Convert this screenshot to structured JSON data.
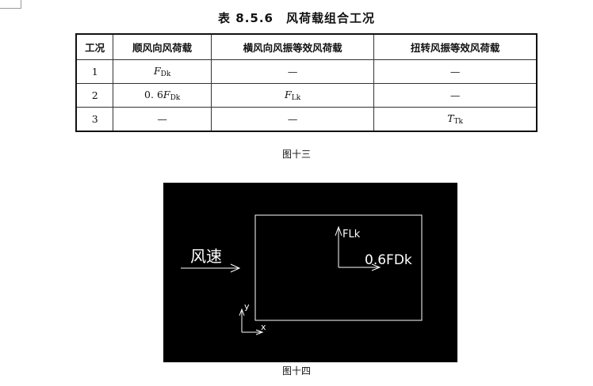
{
  "table": {
    "title": "表 8.5.6　风荷载组合工况",
    "headers": [
      "工况",
      "顺风向风荷载",
      "横风向风振等效风荷载",
      "扭转风振等效风荷载"
    ],
    "rows": [
      {
        "case": "1",
        "along": {
          "coef": "",
          "sym": "F",
          "sub": "Dk"
        },
        "across": "—",
        "torsion": "—"
      },
      {
        "case": "2",
        "along": {
          "coef": "0. 6",
          "sym": "F",
          "sub": "Dk"
        },
        "across": {
          "sym": "F",
          "sub": "Lk"
        },
        "torsion": "—"
      },
      {
        "case": "3",
        "along": "—",
        "across": "—",
        "torsion": {
          "sym": "T",
          "sub": "Tk"
        }
      }
    ]
  },
  "caption13": "图十三",
  "figure": {
    "wind_label": "风速",
    "fl_label": "FLk",
    "fd_label": "0.6FDk",
    "y_label": "y",
    "x_label": "x"
  },
  "caption14": "图十四"
}
